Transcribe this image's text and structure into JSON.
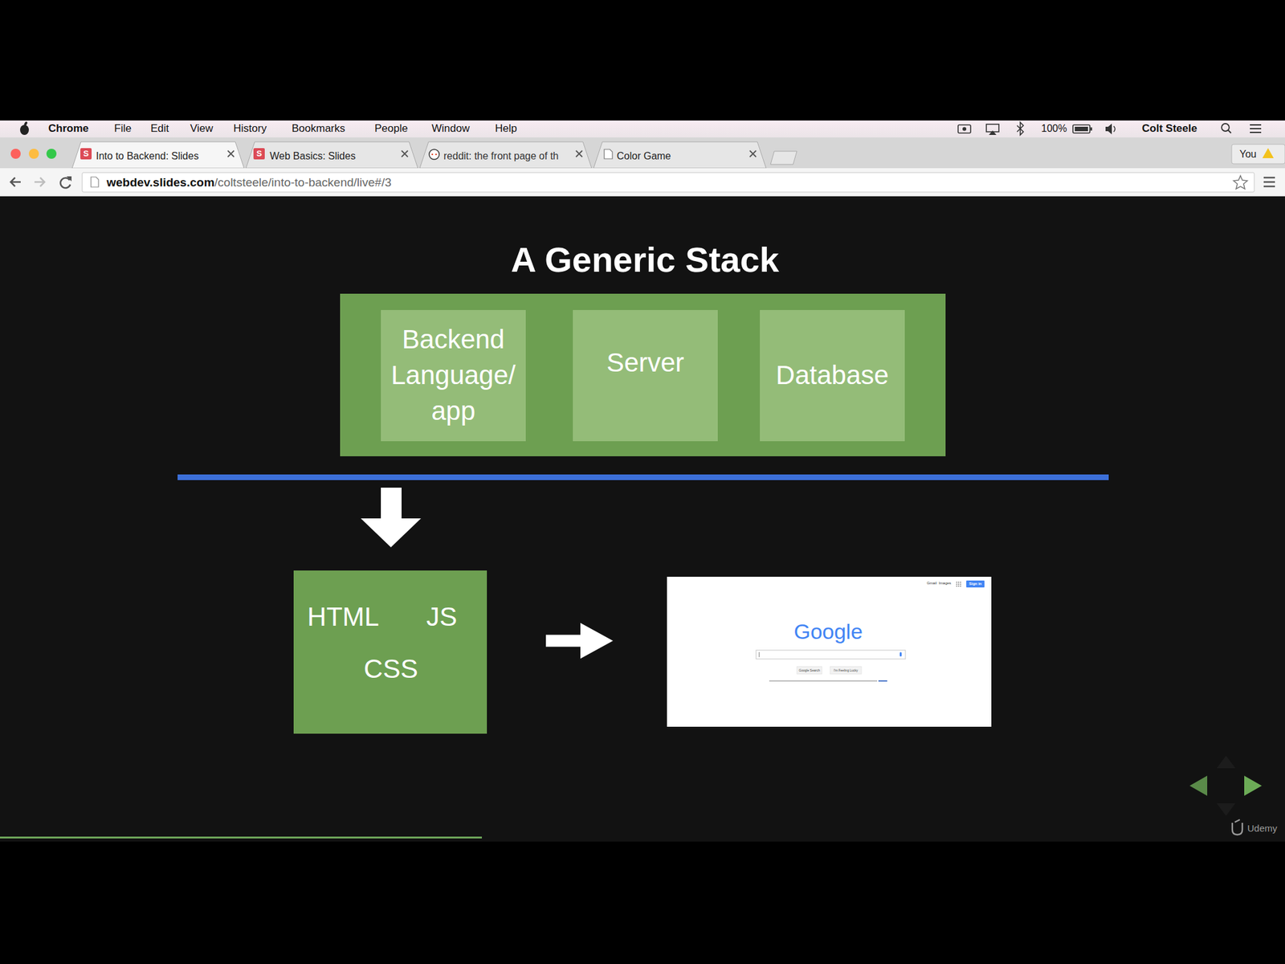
{
  "diagram": {
    "title": "A Generic Stack",
    "nodes": [
      {
        "text": [
          "Backend Language/ app"
        ]
      },
      {
        "text": [
          "Server"
        ]
      },
      {
        "text": [
          "Database"
        ]
      },
      {
        "text": [
          "HTML",
          "JS",
          "CSS"
        ]
      },
      {
        "text": [
          "Google"
        ]
      }
    ],
    "edges": [
      {
        "from": 3,
        "to": 4,
        "arrow": "to"
      }
    ],
    "labels": [
      "Chrome",
      "File",
      "Edit",
      "View",
      "History",
      "Bookmarks",
      "People",
      "Window",
      "Help",
      "100%",
      "Colt Steele",
      "S",
      "Into to Backend: Slides",
      "S",
      "Web Basics: Slides",
      "reddit: the front page of th",
      "Color Game",
      "You",
      "webdev.slides.com",
      "/coltsteele/into-to-backend/live#/3",
      "Gmail",
      "Images",
      "Sign in",
      "Google Search",
      "I'm Feeling Lucky",
      "Udemy"
    ]
  }
}
